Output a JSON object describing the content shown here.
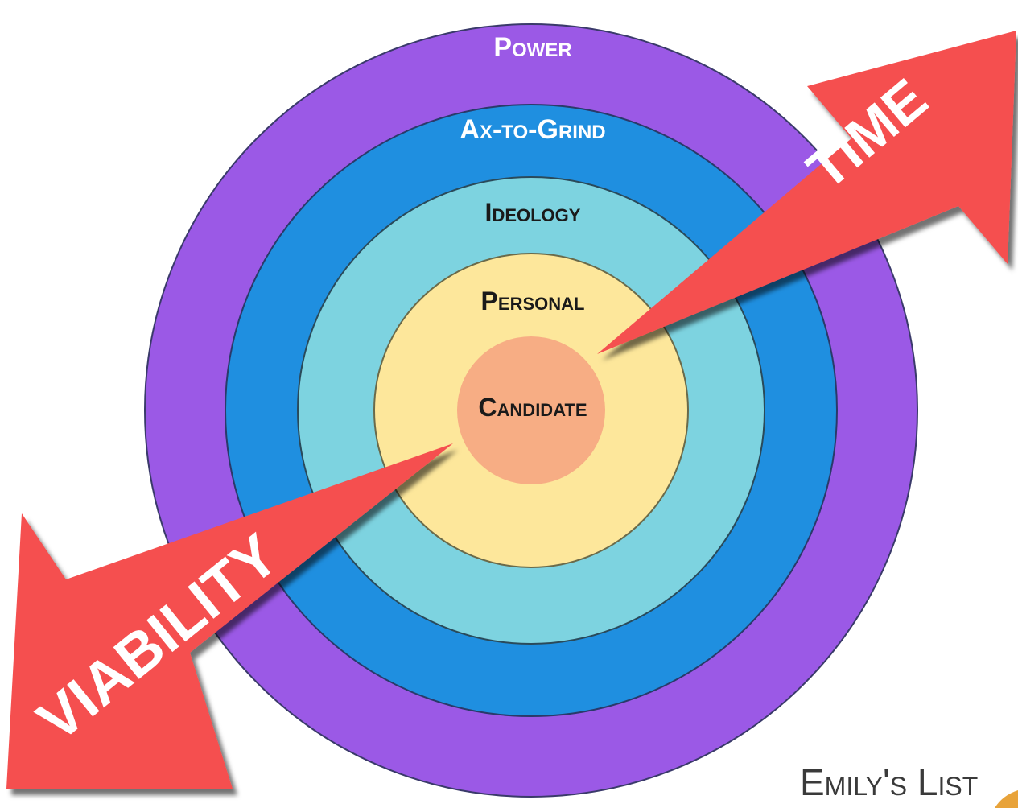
{
  "rings": [
    {
      "id": "power",
      "label": "Power",
      "color": "#9b59e6",
      "text_color": "#ffffff"
    },
    {
      "id": "ax-to-grind",
      "label": "Ax-to-Grind",
      "color": "#1f8fe0",
      "text_color": "#ffffff"
    },
    {
      "id": "ideology",
      "label": "Ideology",
      "color": "#7dd3e0",
      "text_color": "#1a1a1a"
    },
    {
      "id": "personal",
      "label": "Personal",
      "color": "#fde79b",
      "text_color": "#1a1a1a"
    },
    {
      "id": "candidate",
      "label": "Candidate",
      "color": "#f7ad84",
      "text_color": "#1a1a1a"
    }
  ],
  "arrows": {
    "time": {
      "label": "TIME",
      "color": "#f5504f"
    },
    "viability": {
      "label": "VIABILITY",
      "color": "#f5504f"
    }
  },
  "brand": {
    "text": "Emily's List",
    "accent": "#e8a33a"
  }
}
